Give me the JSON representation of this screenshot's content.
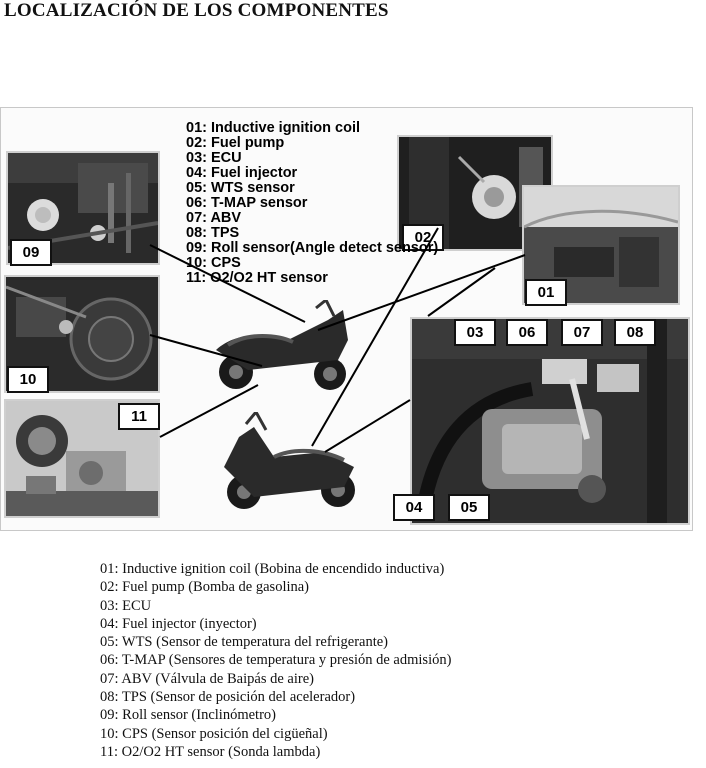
{
  "page": {
    "title": "LOCALIZACIÓN DE LOS COMPONENTES"
  },
  "legend": [
    "01: Inductive ignition coil",
    "02: Fuel pump",
    "03: ECU",
    "04: Fuel injector",
    "05: WTS sensor",
    "06: T-MAP sensor",
    "07: ABV",
    "08: TPS",
    "09: Roll sensor(Angle detect sensor)",
    "10: CPS",
    "11: O2/O2 HT sensor"
  ],
  "badges": {
    "b01": "01",
    "b02": "02",
    "b03": "03",
    "b04": "04",
    "b05": "05",
    "b06": "06",
    "b07": "07",
    "b08": "08",
    "b09": "09",
    "b10": "10",
    "b11": "11"
  },
  "descriptions": [
    "01: Inductive ignition coil (Bobina de encendido inductiva)",
    "02: Fuel pump (Bomba de gasolina)",
    "03: ECU",
    "04: Fuel injector (inyector)",
    "05: WTS (Sensor de temperatura del refrigerante)",
    "06: T-MAP (Sensores de temperatura y presión de admisión)",
    "07: ABV (Válvula de Baipás de aire)",
    "08: TPS (Sensor de posición del acelerador)",
    "09: Roll sensor (Inclinómetro)",
    "10: CPS (Sensor posición del cigüeñal)",
    "11: O2/O2 HT sensor (Sonda lambda)"
  ]
}
